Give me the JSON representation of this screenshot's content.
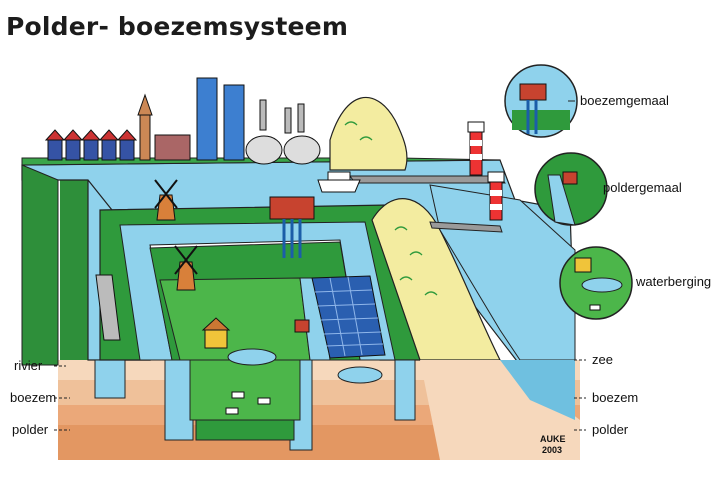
{
  "title": "Polder- boezemsysteem",
  "left_labels": {
    "rivier": "rivier",
    "boezem": "boezem",
    "polder": "polder"
  },
  "right_labels": {
    "zee": "zee",
    "boezem": "boezem",
    "polder": "polder"
  },
  "callouts": {
    "boezemgemaal": "boezemgemaal",
    "poldergemaal": "poldergemaal",
    "waterberging": "waterberging"
  },
  "signature": {
    "name": "AUKE",
    "year": "2003"
  },
  "colors": {
    "water": "#8fd2ec",
    "land": "#2f9a3c",
    "land_light": "#4cb64a",
    "dyke_top": "#1f7a2e",
    "dune": "#f3eca0",
    "soil_top": "#f6d7b7",
    "soil_mid": "#efbb8c",
    "soil_deep": "#e7a16c"
  }
}
